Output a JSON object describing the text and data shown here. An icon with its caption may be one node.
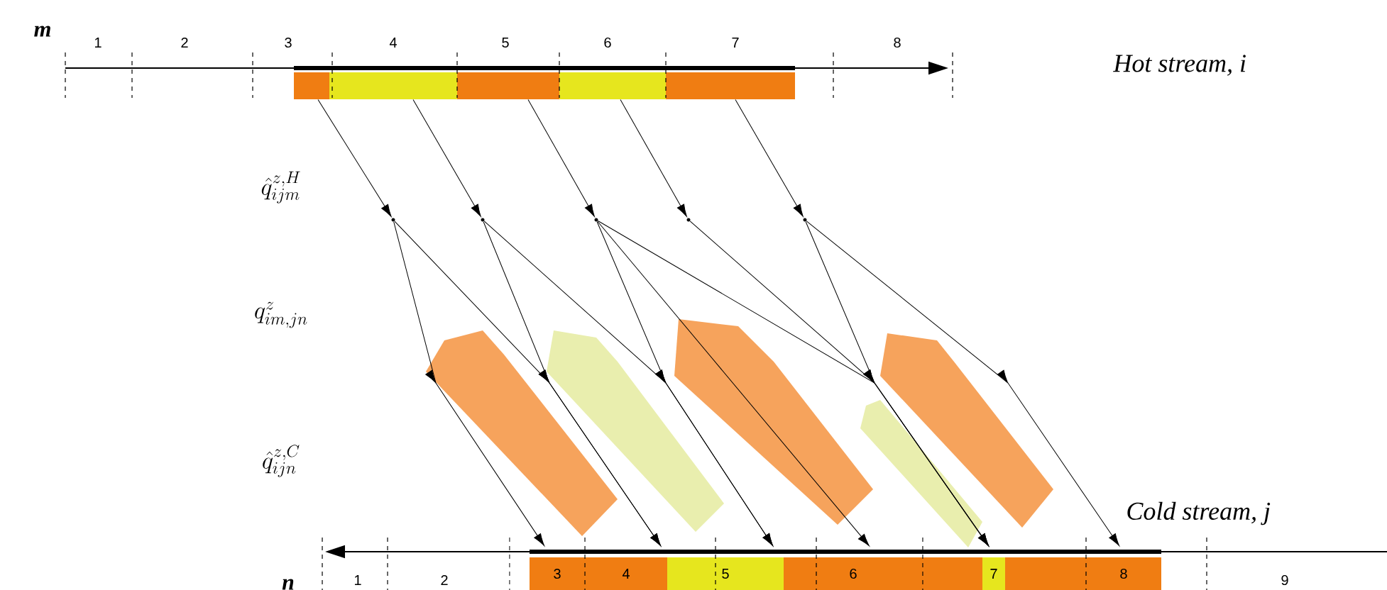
{
  "diagram": {
    "nodes": [
      {
        "text": [],
        "shape": "bar"
      },
      {
        "text": [],
        "shape": "bar"
      },
      {
        "text": [],
        "shape": "bar"
      },
      {
        "text": [],
        "shape": "bar"
      },
      {
        "text": [],
        "shape": "bar"
      },
      {
        "text": [],
        "shape": "dot"
      },
      {
        "text": [],
        "shape": "dot"
      },
      {
        "text": [],
        "shape": "dot"
      },
      {
        "text": [],
        "shape": "dot"
      },
      {
        "text": [],
        "shape": "dot"
      },
      {
        "text": [
          "3"
        ]
      },
      {
        "text": [
          "4"
        ]
      },
      {
        "text": [
          "5"
        ]
      },
      {
        "text": [
          "6"
        ]
      },
      {
        "text": [
          "7"
        ]
      },
      {
        "text": [
          "8"
        ]
      },
      {
        "text": [],
        "shape": "bar"
      },
      {
        "text": [],
        "shape": "bar"
      }
    ],
    "edges": [
      {
        "from": 0,
        "to": 5,
        "arrow": "to"
      },
      {
        "from": 1,
        "to": 6,
        "arrow": "to"
      },
      {
        "from": 2,
        "to": 7,
        "arrow": "to"
      },
      {
        "from": 3,
        "to": 8,
        "arrow": "to"
      },
      {
        "from": 4,
        "to": 9,
        "arrow": "to"
      },
      {
        "from": 5,
        "to": 10,
        "arrow": "to"
      },
      {
        "from": 5,
        "to": 11,
        "arrow": "to"
      },
      {
        "from": 6,
        "to": 11,
        "arrow": "to"
      },
      {
        "from": 6,
        "to": 12,
        "arrow": "to"
      },
      {
        "from": 7,
        "to": 12,
        "arrow": "to"
      },
      {
        "from": 7,
        "to": 14,
        "arrow": "to"
      },
      {
        "from": 7,
        "to": 13,
        "arrow": "to"
      },
      {
        "from": 8,
        "to": 14,
        "arrow": "to"
      },
      {
        "from": 9,
        "to": 14,
        "arrow": "to"
      },
      {
        "from": 9,
        "to": 15,
        "arrow": "to"
      }
    ],
    "labels": [
      "m",
      "1",
      "2",
      "3",
      "4",
      "5",
      "6",
      "7",
      "8",
      "Hot stream, i",
      "\\hat{q}^{z,H}_{ijm}",
      "q^{z}_{im,jn}",
      "\\hat{q}^{z,C}_{ijn}",
      "Cold stream, j",
      "n",
      "1",
      "2",
      "9"
    ]
  }
}
